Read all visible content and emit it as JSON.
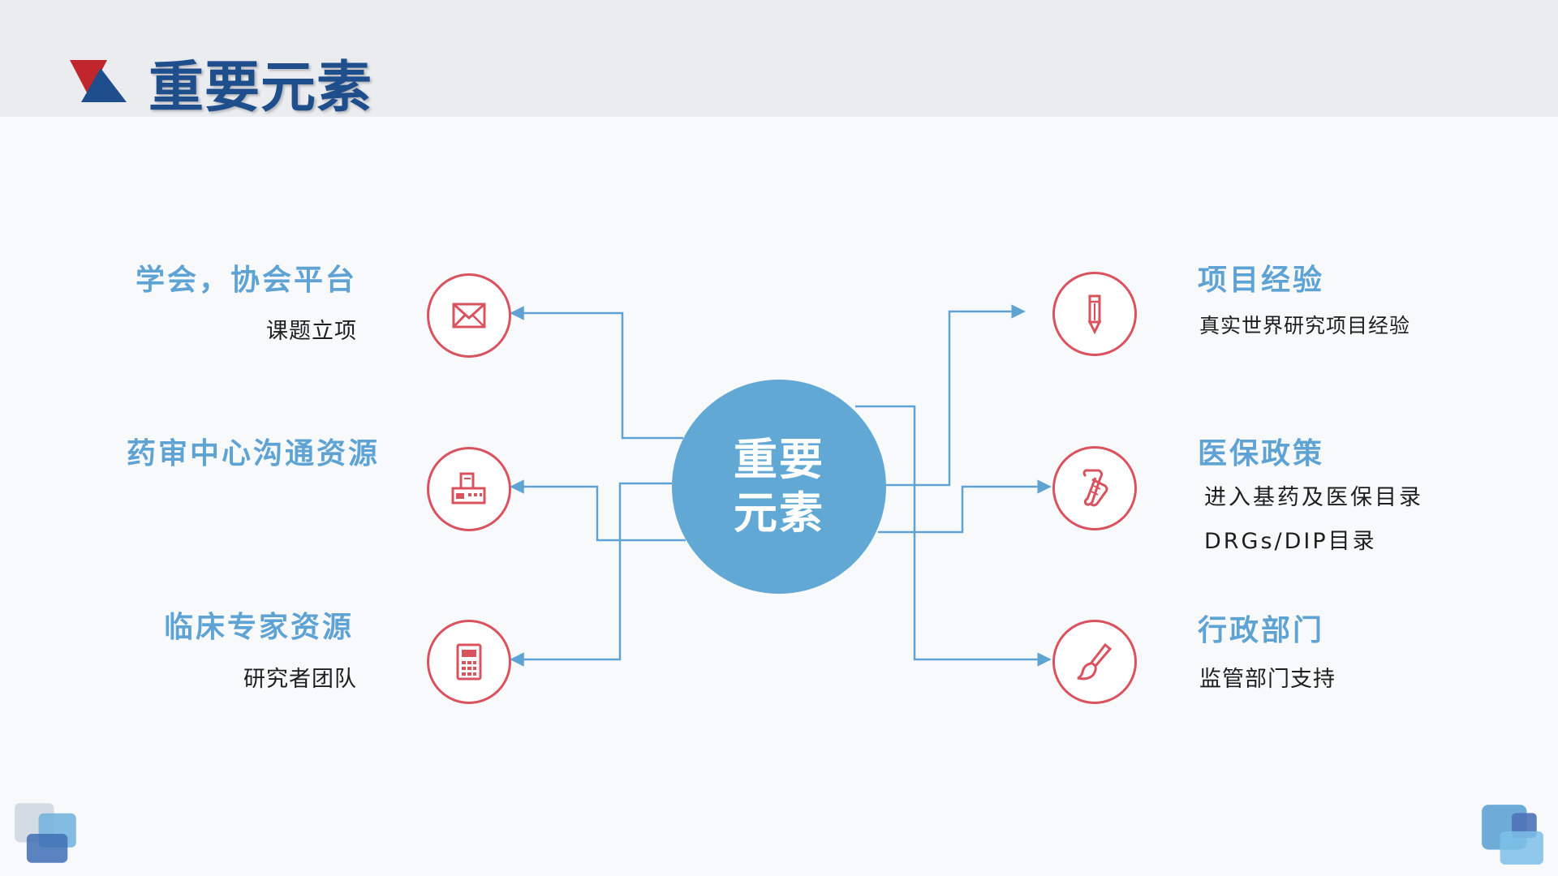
{
  "header": {
    "title": "重要元素"
  },
  "hub": {
    "label": "重要元素"
  },
  "left": [
    {
      "title": "学会，协会平台",
      "subtitle": "课题立项",
      "icon": "envelope-icon"
    },
    {
      "title": "药审中心沟通资源",
      "subtitle": "",
      "icon": "fax-machine-icon"
    },
    {
      "title": "临床专家资源",
      "subtitle": "研究者团队",
      "icon": "calculator-icon"
    }
  ],
  "right": [
    {
      "title": "项目经验",
      "subtitle": "真实世界研究项目经验",
      "icon": "pencil-icon"
    },
    {
      "title": "医保政策",
      "subtitle": "进入基药及医保目录",
      "subtitle2": "DRGs/DIP目录",
      "icon": "scroll-document-icon"
    },
    {
      "title": "行政部门",
      "subtitle": "监管部门支持",
      "icon": "paintbrush-icon"
    }
  ],
  "colors": {
    "accent_blue": "#62a8d4",
    "heading_blue": "#5ea3d3",
    "title_navy": "#1f4e8c",
    "node_red": "#d9535f",
    "connector": "#5ea3d3",
    "logo_red": "#c0272d"
  }
}
